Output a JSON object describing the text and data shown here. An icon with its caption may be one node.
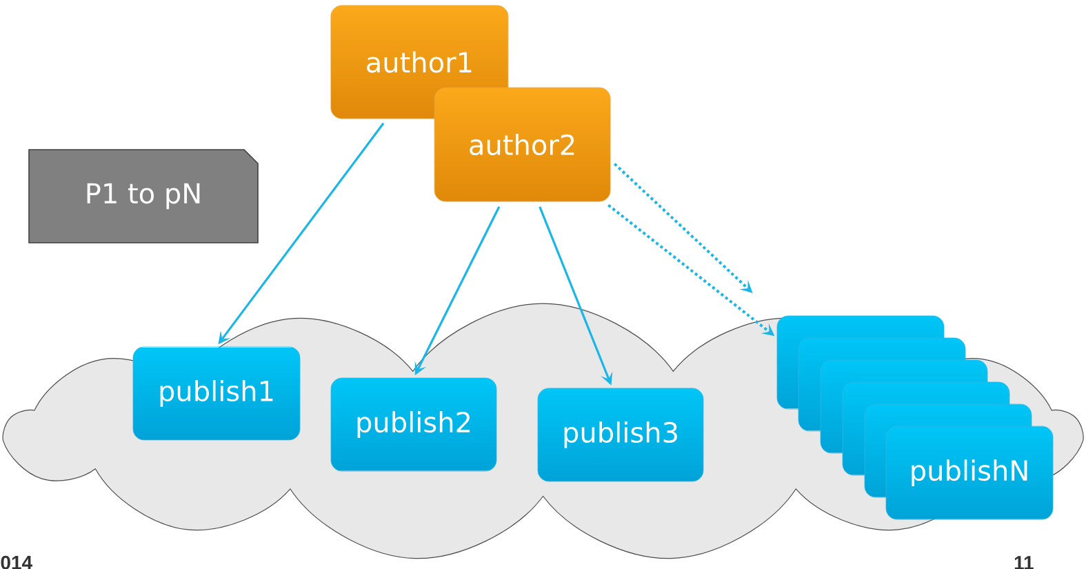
{
  "diagram": {
    "nodes": [
      {
        "text": [
          "author1"
        ]
      },
      {
        "text": [
          "author2"
        ]
      },
      {
        "text": [
          "P1 to pN"
        ]
      },
      {
        "text": [],
        "shape": "cloud"
      },
      {
        "text": [
          "publish1"
        ],
        "in": 3
      },
      {
        "text": [
          "publish2"
        ],
        "in": 3
      },
      {
        "text": [
          "publish3"
        ],
        "in": 3
      },
      {
        "text": [
          "publishN"
        ],
        "in": 3
      }
    ],
    "edges": [
      {
        "from": 0,
        "to": 4,
        "arrow": "to"
      },
      {
        "from": 1,
        "to": 5,
        "arrow": "to"
      },
      {
        "from": 1,
        "to": 6,
        "arrow": "to"
      },
      {
        "from": 1,
        "to": 7,
        "arrow": "to",
        "style": "dashed"
      },
      {
        "from": 1,
        "to": 7,
        "arrow": "to",
        "style": "dashed"
      }
    ],
    "labels": [
      "014",
      "11"
    ]
  }
}
